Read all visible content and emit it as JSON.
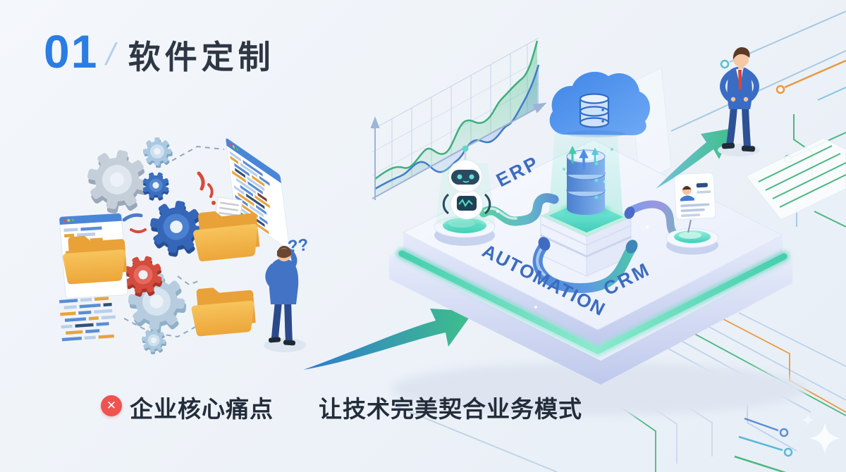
{
  "header": {
    "number": "01",
    "separator": "/",
    "title": "软件定制"
  },
  "platform": {
    "labels": {
      "erp": "ERP",
      "automation": "AUTOMATION",
      "crm": "CRM"
    }
  },
  "illustration": {
    "question_marks": "??"
  },
  "footer": {
    "pain_text": "企业核心痛点",
    "solution_text": "让技术完美契合业务模式",
    "pain_icon": "x-circle-icon",
    "pain_icon_glyph": "✕"
  },
  "icons": {
    "left_cluster": [
      "gear-icon",
      "code-window-icon",
      "folder-icon",
      "confused-person"
    ],
    "center": [
      "trend-chart",
      "cloud-database-icon",
      "ai-robot-icon",
      "database-icon",
      "id-card-icon",
      "pipe-connector"
    ],
    "right": [
      "businessman",
      "circuit-lines",
      "sparkle-icon"
    ],
    "arrows": [
      "growth-arrow",
      "uplift-arrow"
    ]
  },
  "colors": {
    "accent_blue": "#2b7ce4",
    "title_dark": "#2e3744",
    "label_blue": "#3b6cc0",
    "teal": "#3fd0b4",
    "green": "#3fbf8a",
    "badge_red": "#ee5350",
    "folder_yellow": "#f2b24a",
    "pipe_blue": "#4f86d8",
    "circuit_green": "#4bb87f",
    "circuit_orange": "#e8993f",
    "background": "#edf2f8"
  }
}
